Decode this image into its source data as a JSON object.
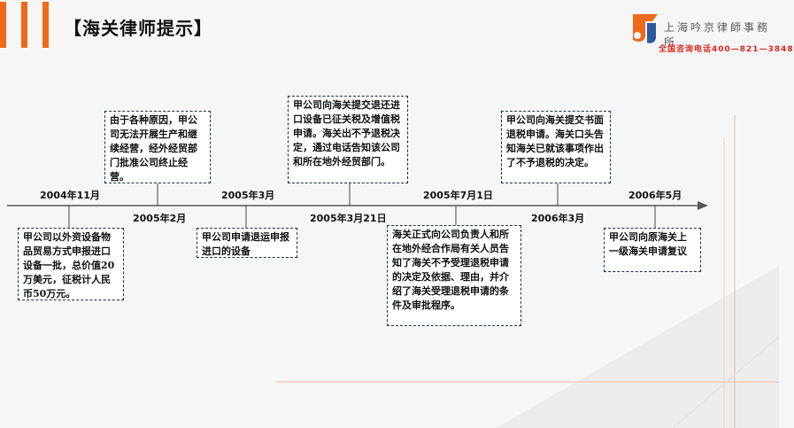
{
  "header": {
    "title": "【海关律师提示】"
  },
  "branding": {
    "firm_name": "上海吟京律師事務所",
    "hotline": "全国咨询电话400—821—3848",
    "logo_icon": "firm-logo-icon",
    "accent_color": "#ee6a1a",
    "hotline_color": "#e0261b",
    "box_border_color": "#1f2d4d"
  },
  "timeline": {
    "dates": [
      "2004年11月",
      "2005年2月",
      "2005年3月",
      "2005年3月21日",
      "2005年7月1日",
      "2006年3月",
      "2006年5月"
    ],
    "events": [
      "甲公司以外资设备物品贸易方式申报进口设备一批，总价值20万美元，征税计人民币50万元。",
      "由于各种原因，甲公司无法开展生产和继续经营，经外经贸部门批准公司终止经营。",
      "甲公司申请退运申报进口的设备",
      "甲公司向海关提交退还进口设备已征关税及增值税申请。海关出不予退税决定，通过电话告知该公司和所在地外经贸部门。",
      "海关正式向公司负责人和所在地外经合作局有关人员告知了海关不予受理退税申请的决定及依据、理由，并介绍了海关受理退税申请的条件及审批程序。",
      "甲公司向海关提交书面退税申请。海关口头告知海关已就该事项作出了不予退税的决定。",
      "甲公司向原海关上一级海关申请复议"
    ]
  }
}
